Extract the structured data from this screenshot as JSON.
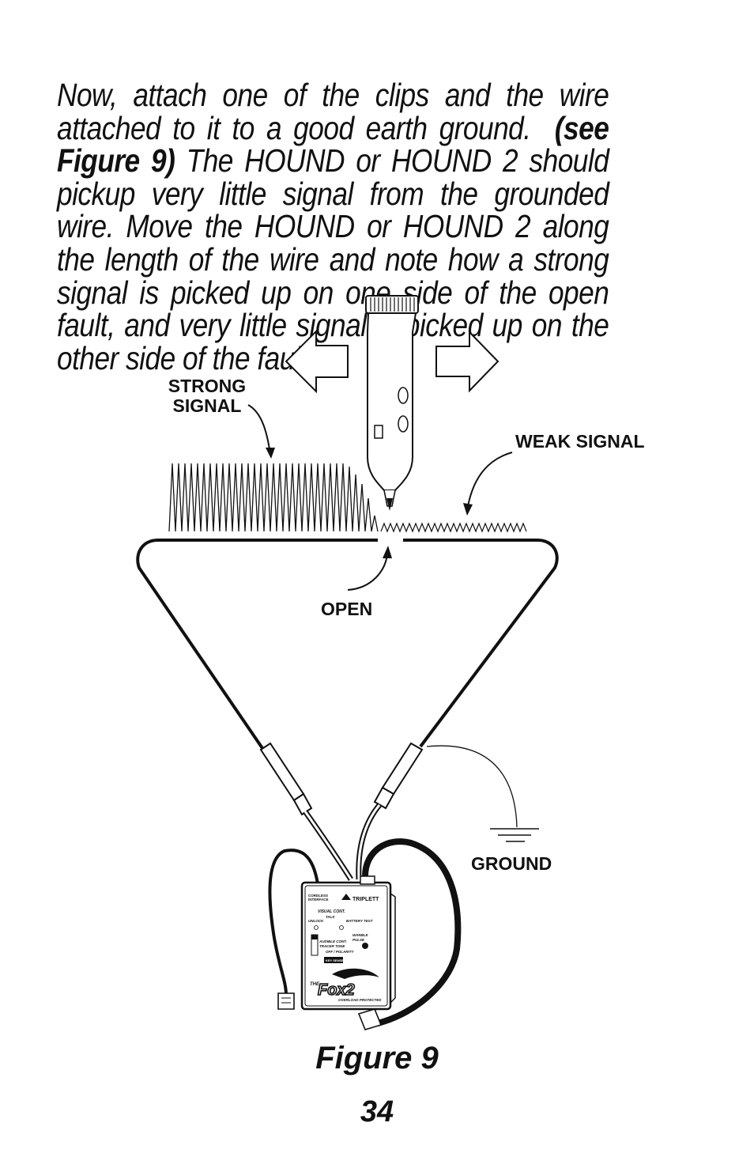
{
  "paragraph": {
    "part1": "Now, attach one of the clips and the wire attached to it to a good earth ground.",
    "emphasis": "(see Figure 9)",
    "part2": "The HOUND or HOUND 2 should pickup very little signal from the grounded wire. Move the HOUND or HOUND 2 along the length of the wire and note how a strong signal is picked up on one side of the open fault, and very little signal is picked up on the other side of the fault."
  },
  "figure": {
    "labels": {
      "strong_signal_line1": "STRONG",
      "strong_signal_line2": "SIGNAL",
      "weak_signal": "WEAK SIGNAL",
      "open": "OPEN",
      "ground": "GROUND"
    },
    "device": {
      "brand": "TRIPLETT",
      "cordless_interface_1": "CORDLESS",
      "cordless_interface_2": "INTERFACE",
      "visual_cont": "VISUAL CONT.",
      "talk": "TALK",
      "battery_test": "BATTERY TEST",
      "unlock": "UNLOCK",
      "warble": "WARBLE",
      "pulse": "PULSE",
      "audible_cont": "AUDIBLE CONT.",
      "tracer_tone": "TRACER TONE",
      "off_polarity": "OFF / POLARITY",
      "key_sense": "KEY SENSE",
      "the": "THE",
      "logo": "Fox2",
      "voltage_protected": "OVERLOAD PROTECTED"
    },
    "caption": "Figure 9"
  },
  "page_number": "34"
}
